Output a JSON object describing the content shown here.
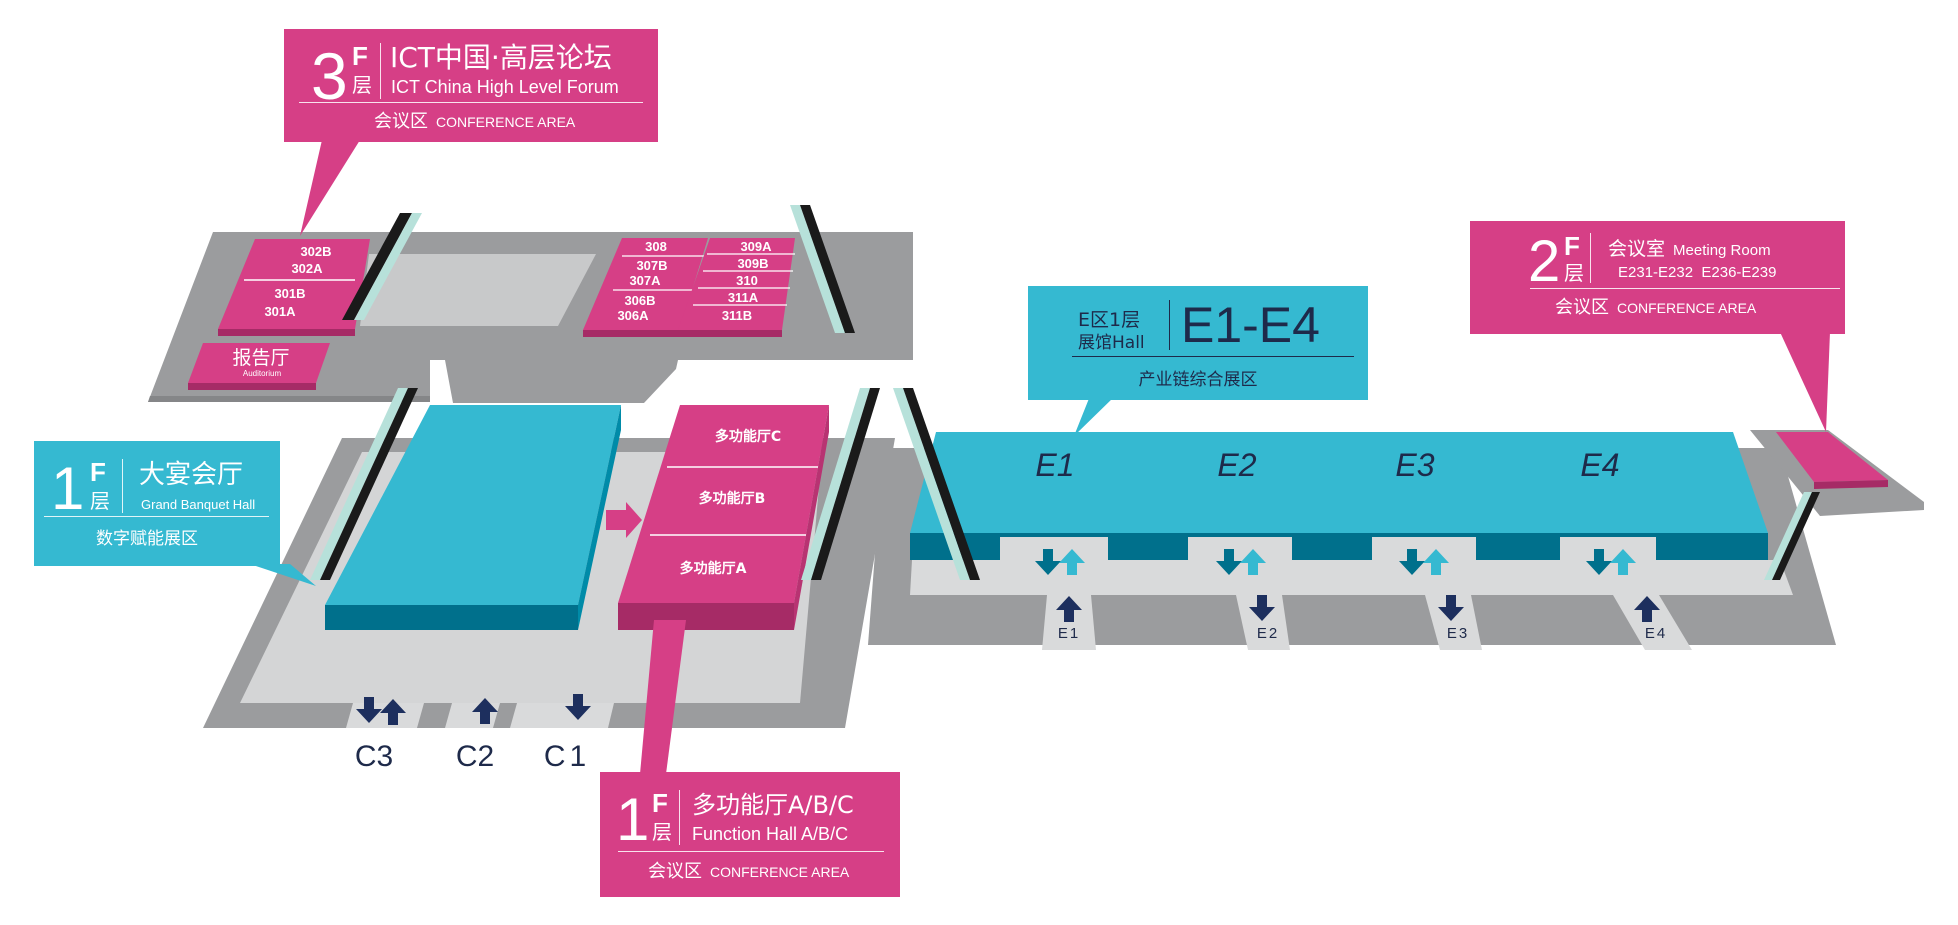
{
  "colors": {
    "magenta": "#d63f86",
    "magenta_dark": "#a62b66",
    "cyan": "#35b9d1",
    "cyan_dark": "#00708c",
    "floor_gray": "#9b9c9e",
    "floor_light": "#d9dadb",
    "arrow_navy": "#1d2f5e",
    "arrow_cyan": "#35b9d1",
    "label_dark": "#1e2a4a"
  },
  "callouts": {
    "f3": {
      "floor_num": "3",
      "floor_f": "F",
      "floor_ceng": "层",
      "title_cn": "ICT中国·高层论坛",
      "title_en": "ICT China High Level Forum",
      "area_cn": "会议区",
      "area_en": "CONFERENCE AREA"
    },
    "f2": {
      "floor_num": "2",
      "floor_f": "F",
      "floor_ceng": "层",
      "title_cn": "会议室",
      "title_en": "Meeting Room",
      "rooms": "E231-E232  E236-E239",
      "area_cn": "会议区",
      "area_en": "CONFERENCE AREA"
    },
    "f1_banquet": {
      "floor_num": "1",
      "floor_f": "F",
      "floor_ceng": "层",
      "title_cn": "大宴会厅",
      "title_en": "Grand Banquet Hall",
      "zone_cn": "数字赋能展区"
    },
    "f1_function": {
      "floor_num": "1",
      "floor_f": "F",
      "floor_ceng": "层",
      "title_cn": "多功能厅A/B/C",
      "title_en": "Function Hall A/B/C",
      "area_cn": "会议区",
      "area_en": "CONFERENCE AREA"
    },
    "e_hall": {
      "zone_line1": "E区1层",
      "zone_line2": "展馆Hall",
      "range": "E1-E4",
      "subtitle": "产业链综合展区"
    }
  },
  "rooms_left": [
    "302B",
    "302A",
    "301B",
    "301A"
  ],
  "rooms_mid": [
    "308",
    "307B",
    "307A",
    "306B",
    "306A"
  ],
  "rooms_right": [
    "309A",
    "309B",
    "310",
    "311A",
    "311B"
  ],
  "auditorium": {
    "cn": "报告厅",
    "en": "Auditorium"
  },
  "function_halls": [
    "多功能厅C",
    "多功能厅B",
    "多功能厅A"
  ],
  "exhibit_halls": [
    "E1",
    "E2",
    "E3",
    "E4"
  ],
  "entrances_e": [
    "E1",
    "E2",
    "E3",
    "E4"
  ],
  "entrances_c": [
    "C3",
    "C2",
    "C1"
  ]
}
